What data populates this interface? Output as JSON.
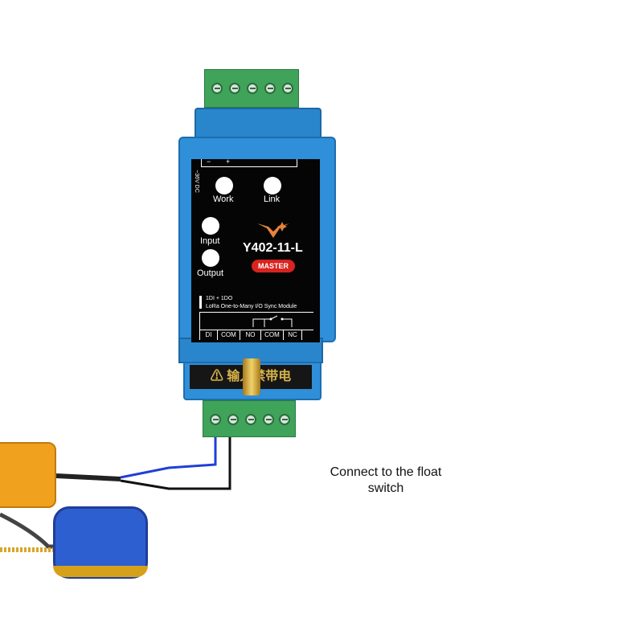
{
  "device": {
    "supply_label": "~36V DC",
    "minus_label": "−",
    "plus_label": "+",
    "work_label": "Work",
    "link_label": "Link",
    "input_label": "Input",
    "output_label": "Output",
    "model": "Y402-11-L",
    "role_badge": "MASTER",
    "io_spec": "1DI + 1DO",
    "description": "LoRa One-to-Many I/O Sync Module",
    "terminals": [
      "DI",
      "COM",
      "NO",
      "COM",
      "NC"
    ],
    "warning_text": "⚠ 输入禁带电"
  },
  "caption": "Connect to the float switch",
  "colors": {
    "housing": "#2f8fd8",
    "panel": "#050505",
    "terminal_block": "#3fa35a",
    "badge": "#d8231f",
    "float_switch_body": "#2e5fd1",
    "float_weight": "#f0a21e"
  }
}
